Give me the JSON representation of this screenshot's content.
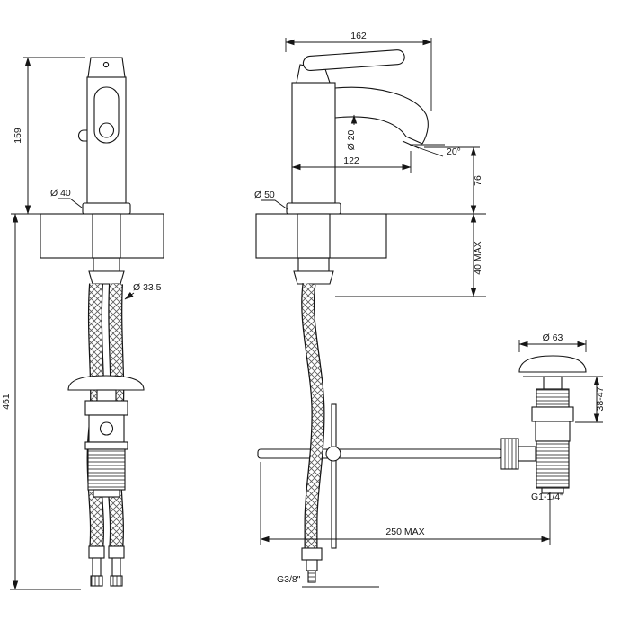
{
  "front_view": {
    "height_label": "159",
    "total_height_label": "461",
    "base_diameter_label": "Ø 40",
    "hose_diameter_label": "Ø 33.5"
  },
  "side_view": {
    "overall_depth_label": "162",
    "spout_diameter_label": "Ø 20",
    "spout_reach_label": "122",
    "spout_angle_label": "20°",
    "spout_height_label": "76",
    "base_diameter_label": "Ø 50",
    "deck_thickness_label": "40 MAX",
    "drain_offset_label": "250 MAX",
    "inlet_thread_label": "G3/8\""
  },
  "drain": {
    "cap_diameter_label": "Ø 63",
    "height_range_label": "38-47",
    "outlet_thread_label": "G1-1/4\""
  },
  "colors": {
    "line": "#151515",
    "background": "#ffffff"
  }
}
